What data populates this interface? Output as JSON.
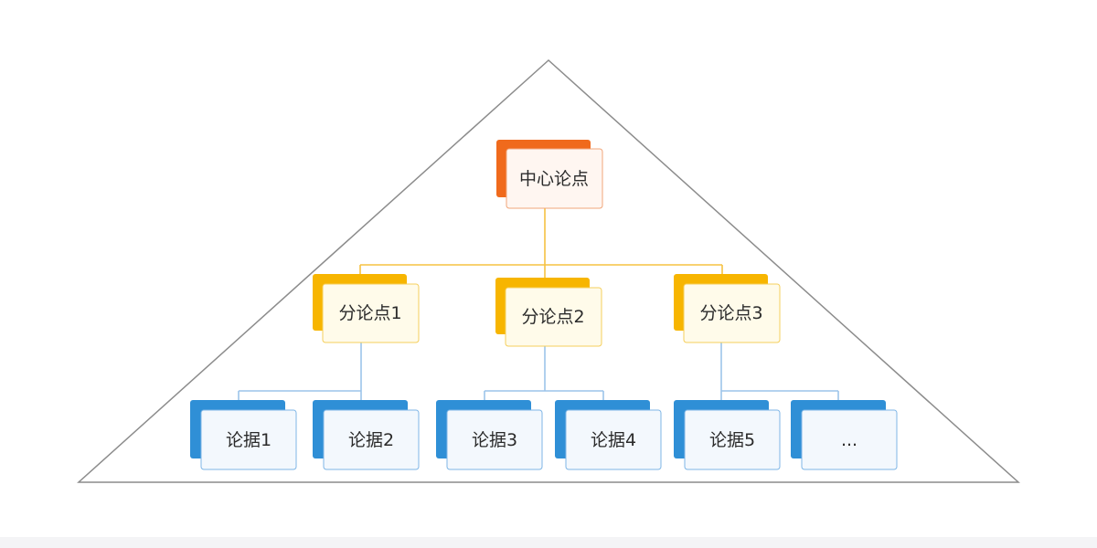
{
  "colors": {
    "triangle_stroke": "#8c8c8c",
    "central_accent": "#f06a1c",
    "central_accent_top": "#f58b2a",
    "central_fill": "#fff6f1",
    "central_border": "#f0a67a",
    "sub_accent": "#f7b500",
    "sub_fill": "#fffbea",
    "sub_border": "#f5cf5c",
    "leaf_accent": "#2f8fd6",
    "leaf_fill": "#f3f8fd",
    "leaf_border": "#7fb6e6",
    "connector_orange": "#f5c242",
    "connector_blue": "#9cc4ea"
  },
  "diagram": {
    "central": {
      "label": "中心论点"
    },
    "sub_points": [
      {
        "label": "分论点1"
      },
      {
        "label": "分论点2"
      },
      {
        "label": "分论点3"
      }
    ],
    "evidence": [
      {
        "label": "论据1",
        "parent": 0
      },
      {
        "label": "论据2",
        "parent": 0
      },
      {
        "label": "论据3",
        "parent": 1
      },
      {
        "label": "论据4",
        "parent": 1
      },
      {
        "label": "论据5",
        "parent": 2
      },
      {
        "label": "...",
        "parent": 2
      }
    ]
  }
}
